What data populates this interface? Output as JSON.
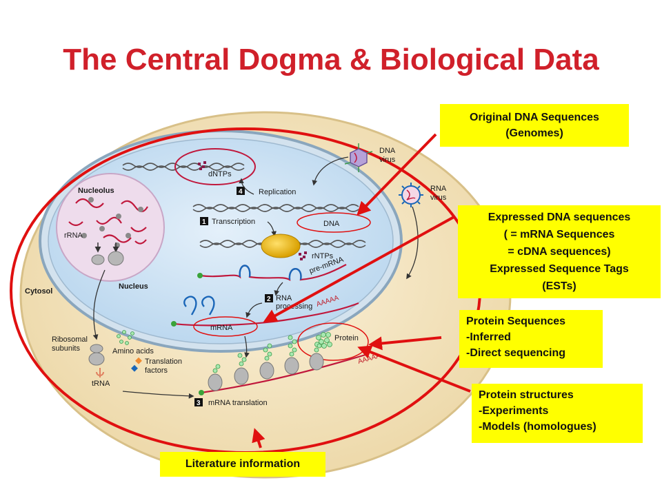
{
  "title": "The Central Dogma & Biological Data",
  "diagram_labels": {
    "nucleolus": "Nucleolus",
    "nucleus": "Nucleus",
    "cytosol": "Cytosol",
    "rrna": "rRNA",
    "dntps": "dNTPs",
    "replication": "Replication",
    "replication_num": "4",
    "transcription": "Transcription",
    "transcription_num": "1",
    "dna": "DNA",
    "rntps": "rNTPs",
    "pre_mrna": "pre-mRNA",
    "rna_processing_line1": "RNA",
    "rna_processing_line2": "processing",
    "rna_processing_num": "2",
    "aaaaa_1": "AAAAA",
    "mrna": "mRNA",
    "protein": "Protein",
    "aaaaa_2": "AAAAA",
    "ribosomal_line1": "Ribosomal",
    "ribosomal_line2": "subunits",
    "amino_acids": "Amino acids",
    "translation_factors_line1": "Translation",
    "translation_factors_line2": "factors",
    "trna": "tRNA",
    "mrna_translation": "mRNA translation",
    "mrna_translation_num": "3",
    "dna_virus_line1": "DNA",
    "dna_virus_line2": "virus",
    "rna_virus_line1": "RNA",
    "rna_virus_line2": "virus"
  },
  "callouts": {
    "original_dna": [
      "Original DNA Sequences",
      "(Genomes)"
    ],
    "expressed_dna": [
      "Expressed DNA sequences",
      "( = mRNA Sequences",
      "= cDNA sequences)",
      "Expressed Sequence Tags",
      "(ESTs)"
    ],
    "protein_sequences": [
      "Protein Sequences",
      "-Inferred",
      "-Direct sequencing"
    ],
    "protein_structures": [
      "Protein structures",
      "-Experiments",
      "-Models (homologues)"
    ],
    "literature": [
      "Literature information"
    ]
  },
  "colors": {
    "title": "#d0202a",
    "arrow": "#e01010",
    "callout_bg": "#ffff00",
    "cell_fill": "#f6e6c4",
    "nucleus_fill": "#cfe3f2",
    "nucleolus_fill": "#eedcec"
  }
}
